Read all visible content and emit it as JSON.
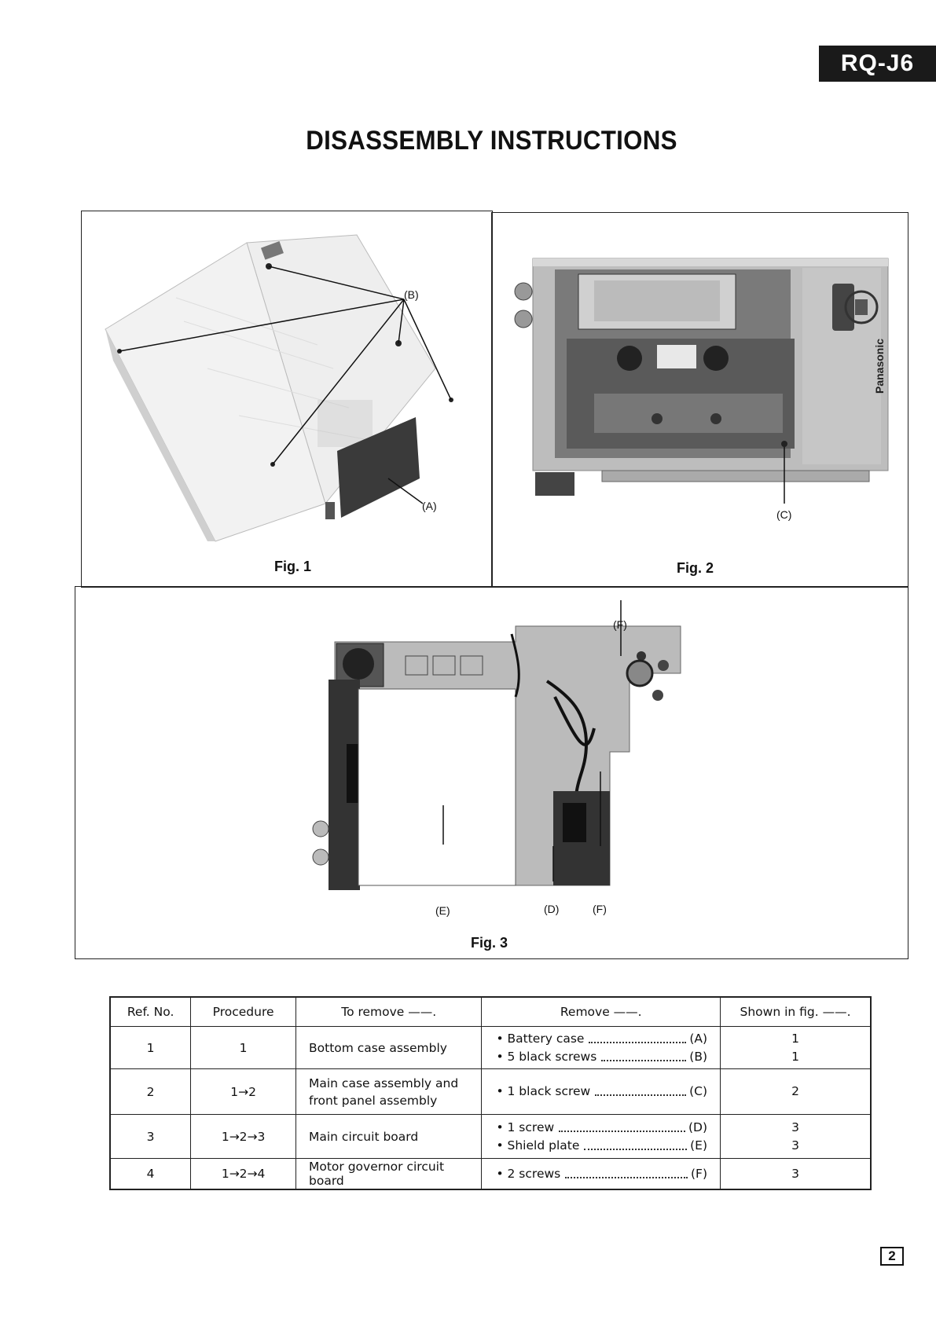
{
  "header": {
    "model": "RQ-J6",
    "title": "DISASSEMBLY INSTRUCTIONS"
  },
  "figures": {
    "fig1": {
      "label": "Fig. 1",
      "callouts": [
        "(B)",
        "(A)"
      ]
    },
    "fig2": {
      "label": "Fig. 2",
      "callouts": [
        "(C)"
      ],
      "brand_text": "Panasonic"
    },
    "fig3": {
      "label": "Fig. 3",
      "callouts": [
        "(F)",
        "(E)",
        "(D)",
        "(F)"
      ]
    }
  },
  "table": {
    "headers": [
      "Ref. No.",
      "Procedure",
      "To remove ——.",
      "Remove ——.",
      "Shown in fig. ——."
    ],
    "rows": [
      {
        "ref": "1",
        "procedure": "1",
        "to_remove": "Bottom case assembly",
        "remove": [
          {
            "item": "• Battery case",
            "code": "(A)"
          },
          {
            "item": "• 5 black screws",
            "code": "(B)"
          }
        ],
        "fig": [
          "1",
          "1"
        ]
      },
      {
        "ref": "2",
        "procedure": "1→2",
        "to_remove": "Main case assembly and front panel assembly",
        "remove": [
          {
            "item": "• 1 black screw",
            "code": "(C)"
          }
        ],
        "fig": [
          "2"
        ]
      },
      {
        "ref": "3",
        "procedure": "1→2→3",
        "to_remove": "Main circuit board",
        "remove": [
          {
            "item": "• 1 screw",
            "code": "(D)"
          },
          {
            "item": "• Shield plate",
            "code": "(E)"
          }
        ],
        "fig": [
          "3",
          "3"
        ]
      },
      {
        "ref": "4",
        "procedure": "1→2→4",
        "to_remove": "Motor governor circuit board",
        "remove": [
          {
            "item": "• 2 screws",
            "code": "(F)"
          }
        ],
        "fig": [
          "3"
        ]
      }
    ]
  },
  "page_number": "2"
}
